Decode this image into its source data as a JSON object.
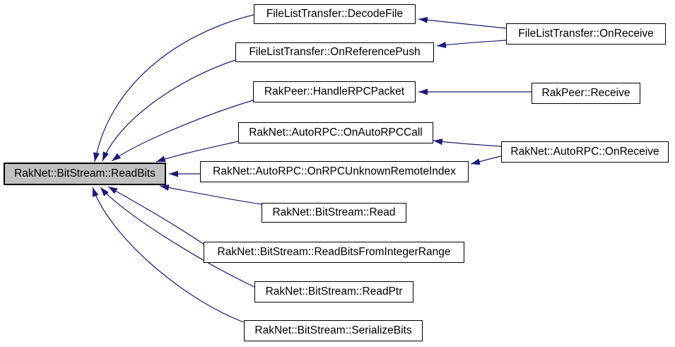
{
  "diagram_type": "doxygen-caller-graph",
  "colors": {
    "background": "#ffffff",
    "edge": "#1b1b78",
    "node_fill": "#ffffff",
    "node_border": "#000000",
    "main_node_fill": "#c0c0c0",
    "text": "#000000"
  },
  "nodes": [
    {
      "id": "readbits",
      "label": "RakNet::BitStream::ReadBits",
      "main": true
    },
    {
      "id": "decodefile",
      "label": "FileListTransfer::DecodeFile",
      "main": false
    },
    {
      "id": "onreferencepush",
      "label": "FileListTransfer::OnReferencePush",
      "main": false
    },
    {
      "id": "handlerpcpacket",
      "label": "RakPeer::HandleRPCPacket",
      "main": false
    },
    {
      "id": "onautorpccall",
      "label": "RakNet::AutoRPC::OnAutoRPCCall",
      "main": false
    },
    {
      "id": "onrpcunknownremoteindex",
      "label": "RakNet::AutoRPC::OnRPCUnknownRemoteIndex",
      "main": false
    },
    {
      "id": "read",
      "label": "RakNet::BitStream::Read",
      "main": false
    },
    {
      "id": "readbitsfromintegerrange",
      "label": "RakNet::BitStream::ReadBitsFromIntegerRange",
      "main": false
    },
    {
      "id": "readptr",
      "label": "RakNet::BitStream::ReadPtr",
      "main": false
    },
    {
      "id": "serializebits",
      "label": "RakNet::BitStream::SerializeBits",
      "main": false
    },
    {
      "id": "onreceive",
      "label": "FileListTransfer::OnReceive",
      "main": false
    },
    {
      "id": "receive",
      "label": "RakPeer::Receive",
      "main": false
    },
    {
      "id": "autorpconreceive",
      "label": "RakNet::AutoRPC::OnReceive",
      "main": false
    }
  ],
  "edges": [
    {
      "from": "FileListTransfer::DecodeFile",
      "to": "RakNet::BitStream::ReadBits"
    },
    {
      "from": "FileListTransfer::OnReferencePush",
      "to": "RakNet::BitStream::ReadBits"
    },
    {
      "from": "RakPeer::HandleRPCPacket",
      "to": "RakNet::BitStream::ReadBits"
    },
    {
      "from": "RakNet::AutoRPC::OnAutoRPCCall",
      "to": "RakNet::BitStream::ReadBits"
    },
    {
      "from": "RakNet::AutoRPC::OnRPCUnknownRemoteIndex",
      "to": "RakNet::BitStream::ReadBits"
    },
    {
      "from": "RakNet::BitStream::Read",
      "to": "RakNet::BitStream::ReadBits"
    },
    {
      "from": "RakNet::BitStream::ReadBitsFromIntegerRange",
      "to": "RakNet::BitStream::ReadBits"
    },
    {
      "from": "RakNet::BitStream::ReadPtr",
      "to": "RakNet::BitStream::ReadBits"
    },
    {
      "from": "RakNet::BitStream::SerializeBits",
      "to": "RakNet::BitStream::ReadBits"
    },
    {
      "from": "FileListTransfer::OnReceive",
      "to": "FileListTransfer::DecodeFile"
    },
    {
      "from": "FileListTransfer::OnReceive",
      "to": "FileListTransfer::OnReferencePush"
    },
    {
      "from": "RakPeer::Receive",
      "to": "RakPeer::HandleRPCPacket"
    },
    {
      "from": "RakNet::AutoRPC::OnReceive",
      "to": "RakNet::AutoRPC::OnAutoRPCCall"
    },
    {
      "from": "RakNet::AutoRPC::OnReceive",
      "to": "RakNet::AutoRPC::OnRPCUnknownRemoteIndex"
    }
  ]
}
